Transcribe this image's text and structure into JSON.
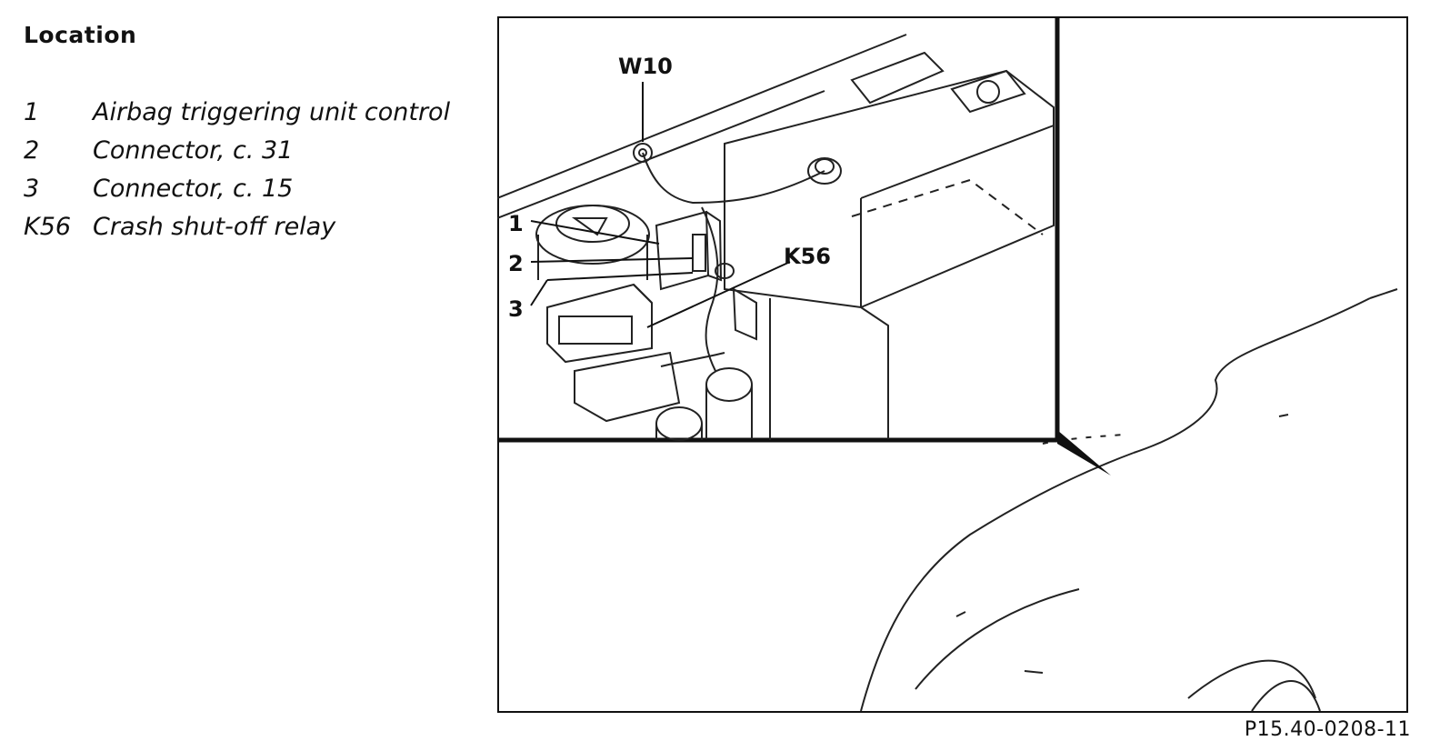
{
  "section": {
    "heading": "Location"
  },
  "legend": [
    {
      "key": "1",
      "text": "Airbag triggering unit control"
    },
    {
      "key": "2",
      "text": "Connector, c. 31"
    },
    {
      "key": "3",
      "text": "Connector, c. 15"
    },
    {
      "key": "K56",
      "text": "Crash shut-off relay"
    }
  ],
  "figure": {
    "callouts": {
      "w10": "W10",
      "c1": "1",
      "c2": "2",
      "c3": "3",
      "k56": "K56"
    },
    "id": "P15.40-0208-11"
  }
}
